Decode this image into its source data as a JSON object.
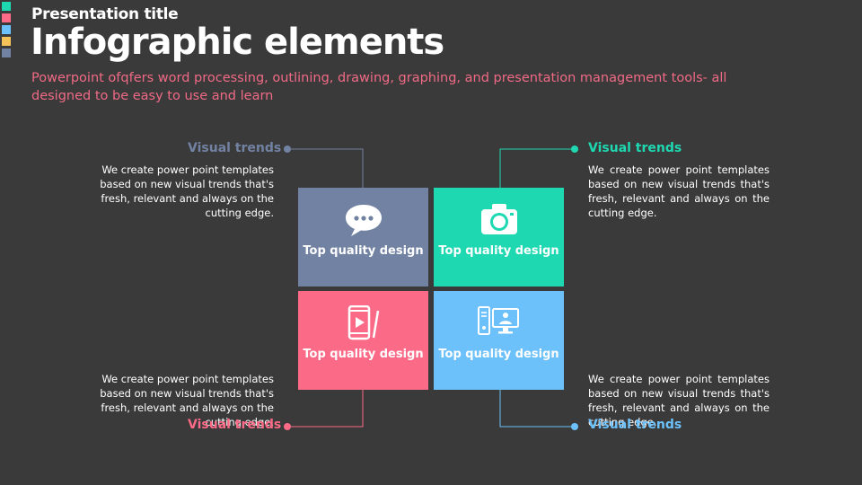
{
  "header": {
    "presentation_title": "Presentation title",
    "title": "Infographic elements",
    "subtitle": "Powerpoint ofqfers word processing, outlining, drawing, graphing, and presentation management tools- all designed to be easy to use and learn"
  },
  "colors": {
    "background": "#3a3a3a",
    "slate": "#7282a3",
    "teal": "#1ed8b2",
    "pink": "#fb6a86",
    "blue": "#6cc1fa",
    "yellow": "#f5c25a",
    "subtitle": "#f06a85"
  },
  "swatches": [
    "#1ed8b2",
    "#fb6a86",
    "#6cc1fa",
    "#f5c25a",
    "#7282a3"
  ],
  "tiles": [
    {
      "label": "Top quality design",
      "icon": "chat-bubbles-icon",
      "color": "#7282a3"
    },
    {
      "label": "Top quality design",
      "icon": "camera-icon",
      "color": "#1ed8b2"
    },
    {
      "label": "Top quality design",
      "icon": "mobile-video-icon",
      "color": "#fb6a86"
    },
    {
      "label": "Top quality design",
      "icon": "desktop-computer-icon",
      "color": "#6cc1fa"
    }
  ],
  "callouts": [
    {
      "heading": "Visual trends",
      "text": "We create power point templates based on new visual trends that's fresh, relevant and always on the cutting edge.",
      "color": "#7282a3"
    },
    {
      "heading": "Visual trends",
      "text": "We create power point templates based on new visual trends that's fresh, relevant and always on the cutting edge.",
      "color": "#1ed8b2"
    },
    {
      "heading": "Visual trends",
      "text": "We create power point templates based on new visual trends that's fresh, relevant and always on the cutting edge.",
      "color": "#fb6a86"
    },
    {
      "heading": "Visual trends",
      "text": "We create power point templates based on new visual trends that's fresh, relevant and always on the cutting edge.",
      "color": "#6cc1fa"
    }
  ]
}
